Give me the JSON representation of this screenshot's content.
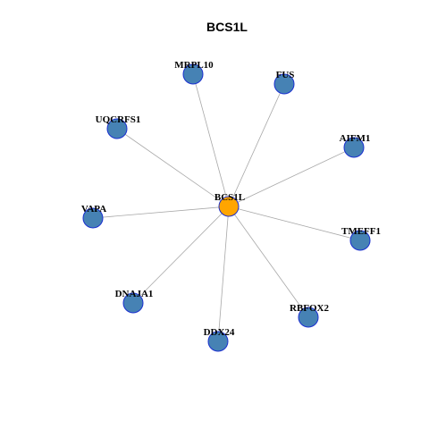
{
  "title": "BCS1L",
  "colors": {
    "hub_fill": "#FFA500",
    "leaf_fill": "#4682B4",
    "node_stroke": "#1A2FD0",
    "edge": "#A8A8A8"
  },
  "hub": {
    "label": "BCS1L"
  },
  "leaves": [
    {
      "label": "MRPL10"
    },
    {
      "label": "FUS"
    },
    {
      "label": "UQCRFS1"
    },
    {
      "label": "AIFM1"
    },
    {
      "label": "VAPA"
    },
    {
      "label": "TMEFF1"
    },
    {
      "label": "DNAJA1"
    },
    {
      "label": "RBFOX2"
    },
    {
      "label": "DDX24"
    }
  ]
}
